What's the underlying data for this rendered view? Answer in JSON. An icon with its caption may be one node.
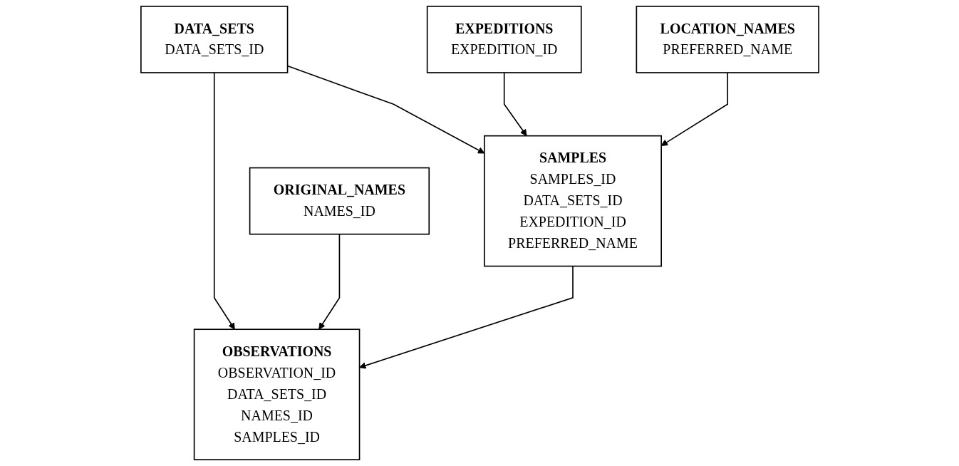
{
  "diagram": {
    "nodes": [
      {
        "text": [
          "DATA_SETS",
          "DATA_SETS_ID"
        ]
      },
      {
        "text": [
          "EXPEDITIONS",
          "EXPEDITION_ID"
        ]
      },
      {
        "text": [
          "ORIGINAL_NAMES",
          "NAMES_ID"
        ]
      },
      {
        "text": [
          "SAMPLES",
          "SAMPLES_ID",
          "DATA_SETS_ID",
          "EXPEDITION_ID",
          "PREFERRED_NAME"
        ]
      },
      {
        "text": [
          "OBSERVATIONS",
          "OBSERVATION_ID",
          "DATA_SETS_ID",
          "NAMES_ID",
          "SAMPLES_ID"
        ]
      },
      {
        "text": [
          "LOCATION_NAMES",
          "PREFERRED_NAME"
        ]
      }
    ],
    "edges": [
      {
        "from": 0,
        "to": 4,
        "arrow": "to"
      },
      {
        "from": 0,
        "to": 3,
        "arrow": "to"
      },
      {
        "from": 1,
        "to": 3,
        "arrow": "to"
      },
      {
        "from": 2,
        "to": 4,
        "arrow": "to"
      },
      {
        "from": 3,
        "to": 4,
        "arrow": "to"
      },
      {
        "from": 5,
        "to": 3,
        "arrow": "to"
      }
    ]
  }
}
